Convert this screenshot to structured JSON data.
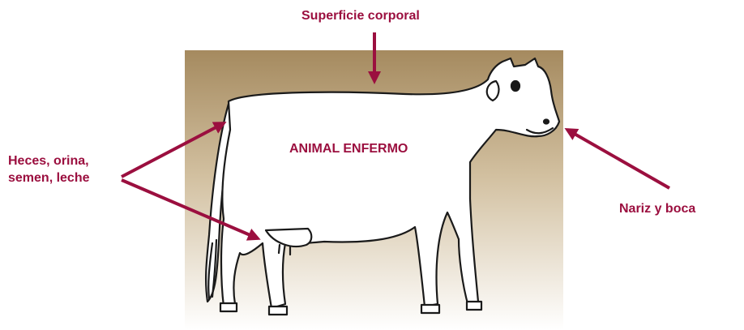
{
  "labels": {
    "top": "Superficie corporal",
    "left_line1": "Heces, orina,",
    "left_line2": "semen, leche",
    "right": "Nariz y boca",
    "center": "ANIMAL ENFERMO"
  },
  "colors": {
    "accent": "#9b0f3f",
    "background_top": "#a58a5f",
    "background_bottom": "#ffffff",
    "outline": "#1a1a1a"
  },
  "icons": {
    "illustration": "cow-silhouette"
  }
}
